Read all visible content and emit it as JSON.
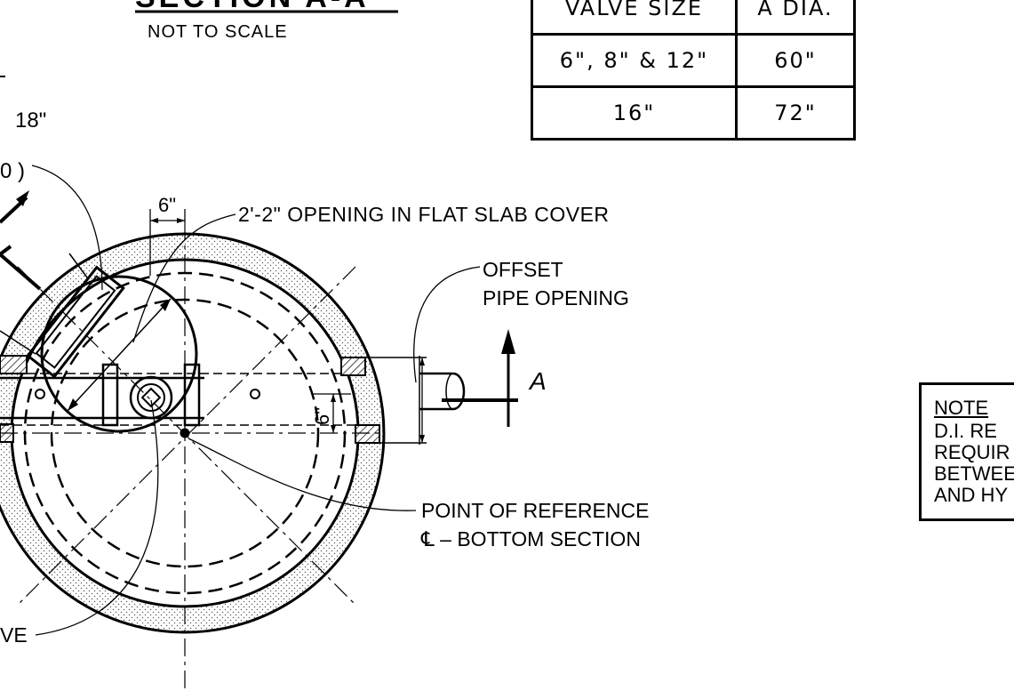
{
  "header": {
    "section_title": "SECTION A-A",
    "scale_note": "NOT TO SCALE"
  },
  "table": {
    "headers": [
      "VALVE SIZE",
      "A DIA."
    ],
    "rows": [
      [
        "6\", 8\" & 12\"",
        "60\""
      ],
      [
        "16\"",
        "72\""
      ]
    ]
  },
  "dimensions": {
    "top_left": "18\"",
    "partial_paren": "0 )",
    "offset_width": "6\"",
    "vertical_offset": "6\""
  },
  "callouts": {
    "opening": "2'-2\" OPENING IN FLAT SLAB COVER",
    "offset_line1": "OFFSET",
    "offset_line2": "PIPE OPENING",
    "section_marker": "A",
    "reference_line1": "POINT OF REFERENCE",
    "reference_line2": "℄ – BOTTOM SECTION",
    "valve_partial": "VE"
  },
  "note": {
    "title": "NOTE",
    "line1": "D.I. RE",
    "line2": "REQUIR",
    "line3": "BETWEE",
    "line4": "AND HY"
  }
}
